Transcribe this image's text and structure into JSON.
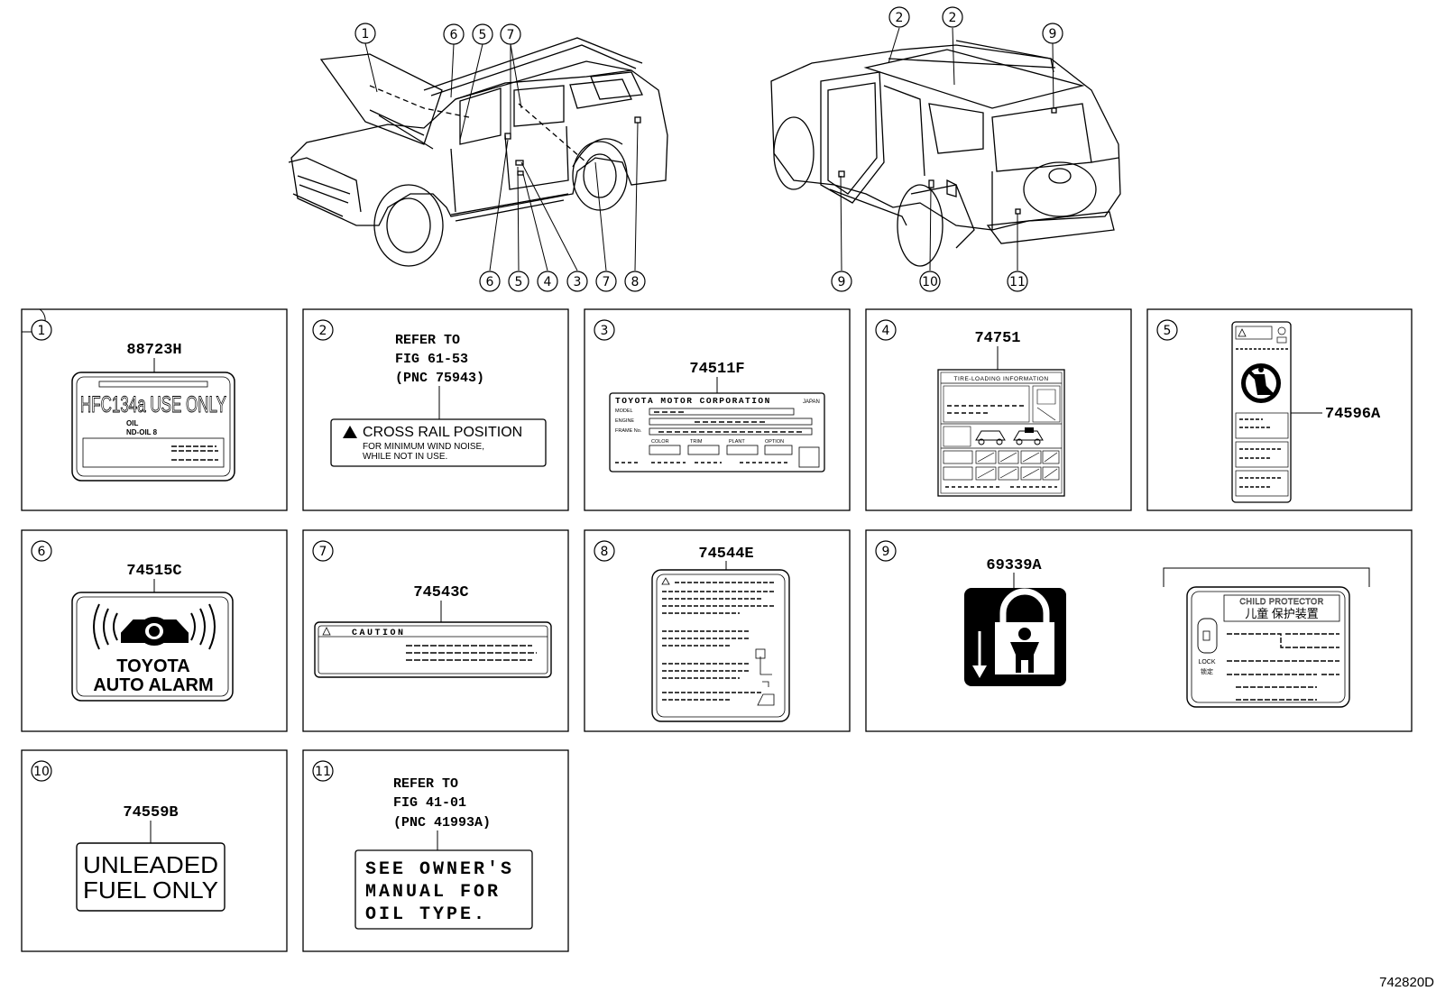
{
  "vehicle_callouts": {
    "front_view": [
      "1",
      "6",
      "5",
      "7",
      "6",
      "5",
      "4",
      "3",
      "7",
      "8"
    ],
    "rear_view": [
      "2",
      "2",
      "9",
      "9",
      "10",
      "11"
    ]
  },
  "panels": [
    {
      "num": "1",
      "code": "88723H",
      "label_text": "HFC134a USE ONLY",
      "sub_text": [
        "OIL",
        "ND-OIL 8"
      ]
    },
    {
      "num": "2",
      "ref": [
        "REFER TO",
        "FIG 61-53",
        "(PNC 75943)"
      ],
      "warning_title": "CROSS RAIL POSITION",
      "warning_lines": [
        "FOR MINIMUM WIND NOISE,",
        "WHILE NOT IN USE."
      ]
    },
    {
      "num": "3",
      "code": "74511F",
      "plate_title": "TOYOTA MOTOR CORPORATION",
      "plate_country": "JAPAN",
      "row_labels": [
        "MODEL",
        "ENGINE",
        "FRAME No."
      ],
      "col_labels": [
        "COLOR",
        "TRIM",
        "PLANT",
        "OPTION"
      ]
    },
    {
      "num": "4",
      "code": "74751",
      "plate_title": "TIRE-LOADING INFORMATION"
    },
    {
      "num": "5",
      "code": "74596A"
    },
    {
      "num": "6",
      "code": "74515C",
      "label_lines": [
        "TOYOTA",
        "AUTO ALARM"
      ]
    },
    {
      "num": "7",
      "code": "74543C",
      "caution": "CAUTION"
    },
    {
      "num": "8",
      "code": "74544E"
    },
    {
      "num": "9",
      "code": "69339A",
      "child_title": "CHILD PROTECTOR",
      "child_title_cn": "儿童 保护装置",
      "lock_label": "LOCK",
      "lock_label_cn": "锁定"
    },
    {
      "num": "10",
      "code": "74559B",
      "label_lines": [
        "UNLEADED",
        "FUEL ONLY"
      ]
    },
    {
      "num": "11",
      "ref": [
        "REFER TO",
        "FIG 41-01",
        "(PNC 41993A)"
      ],
      "label_lines": [
        "SEE OWNER'S",
        "MANUAL FOR",
        "OIL TYPE."
      ]
    }
  ],
  "diagram_id": "742820D"
}
